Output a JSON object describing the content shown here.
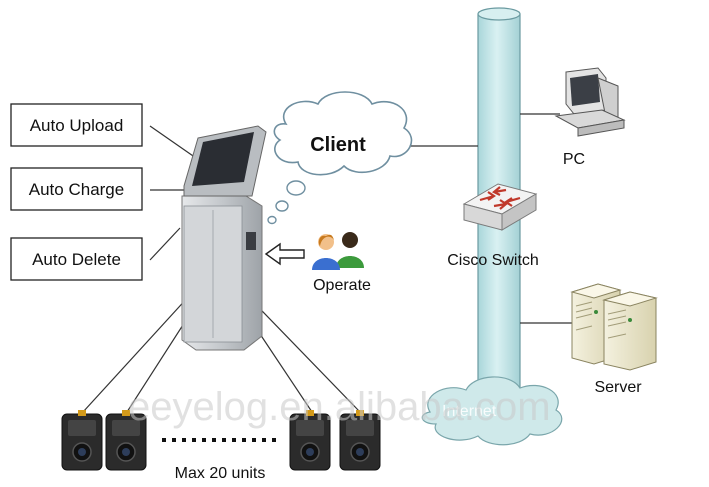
{
  "features": [
    {
      "label": "Auto Upload"
    },
    {
      "label": "Auto Charge"
    },
    {
      "label": "Auto Delete"
    }
  ],
  "client_label": "Client",
  "operate_label": "Operate",
  "pc_label": "PC",
  "switch_label": "Cisco Switch",
  "server_label": "Server",
  "cameras_label": "Max 20 units",
  "internet_label": "Internet",
  "watermark": "eeyelog.en.alibaba.com",
  "colors": {
    "network_pipe": "#bfe3e6",
    "pipe_outline": "#6a9aa0",
    "kiosk_body": "#c9cccf",
    "kiosk_screen": "#2a2d33",
    "line": "#222222"
  }
}
